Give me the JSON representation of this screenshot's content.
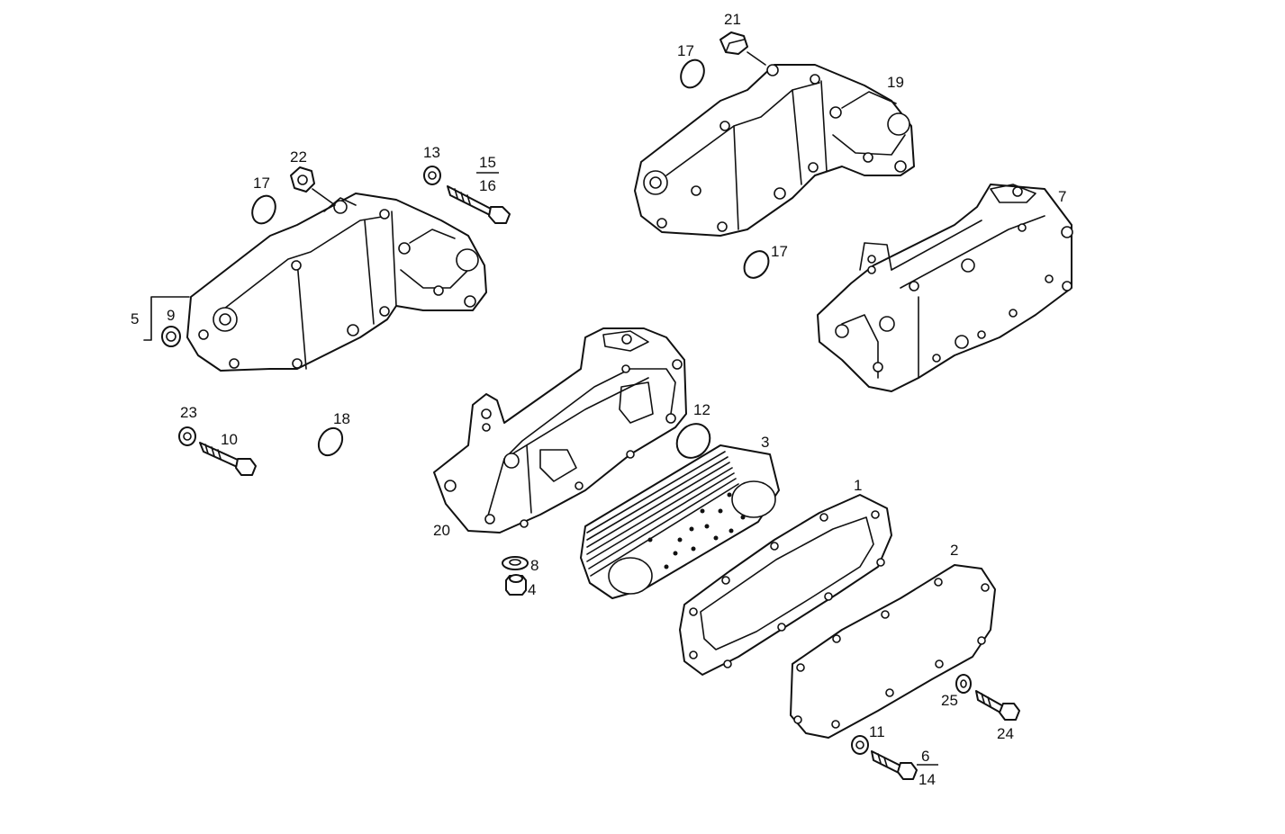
{
  "callouts": {
    "n1": "1",
    "n2": "2",
    "n3": "3",
    "n4": "4",
    "n5": "5",
    "n6": "6",
    "n7": "7",
    "n8": "8",
    "n9": "9",
    "n10": "10",
    "n11": "11",
    "n12": "12",
    "n13": "13",
    "n14": "14",
    "n15": "15",
    "n16": "16",
    "n17a": "17",
    "n17b": "17",
    "n17c": "17",
    "n18": "18",
    "n19": "19",
    "n20": "20",
    "n21": "21",
    "n22": "22",
    "n23": "23",
    "n24": "24",
    "n25": "25"
  },
  "colors": {
    "line": "#111111",
    "background": "#ffffff"
  }
}
